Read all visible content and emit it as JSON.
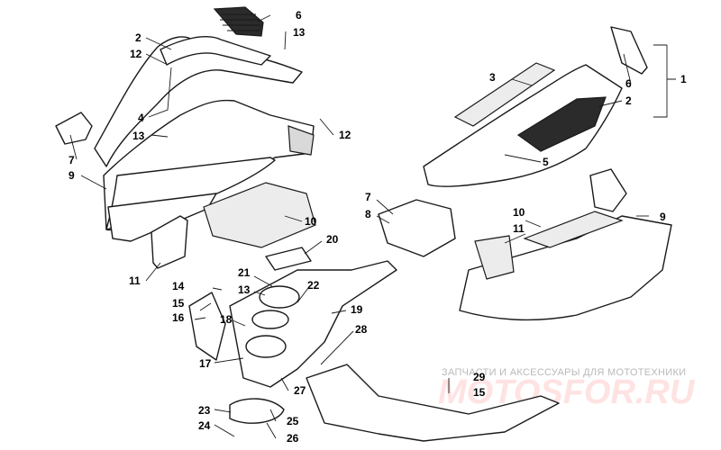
{
  "callouts": {
    "n1": "1",
    "n2a": "2",
    "n2b": "2",
    "n3": "3",
    "n4": "4",
    "n5": "5",
    "n6a": "6",
    "n6b": "6",
    "n7a": "7",
    "n7b": "7",
    "n8": "8",
    "n9a": "9",
    "n9b": "9",
    "n10a": "10",
    "n10b": "10",
    "n11a": "11",
    "n11b": "11",
    "n12a": "12",
    "n12b": "12",
    "n13a": "13",
    "n13b": "13",
    "n13c": "13",
    "n14": "14",
    "n15a": "15",
    "n15b": "15",
    "n16": "16",
    "n17": "17",
    "n18": "18",
    "n19": "19",
    "n20": "20",
    "n21": "21",
    "n22": "22",
    "n23": "23",
    "n24": "24",
    "n25": "25",
    "n26": "26",
    "n27": "27",
    "n28": "28",
    "n29": "29"
  },
  "watermark": {
    "caption": "ЗАПЧАСТИ И АКСЕССУАРЫ ДЛЯ МОТОТЕХНИКИ",
    "brand": "MOTOSFOR.RU"
  },
  "colors": {
    "line": "#1a1a1a",
    "watermark_text": "#b9b9b9",
    "watermark_brand": "#ffd9d9"
  }
}
